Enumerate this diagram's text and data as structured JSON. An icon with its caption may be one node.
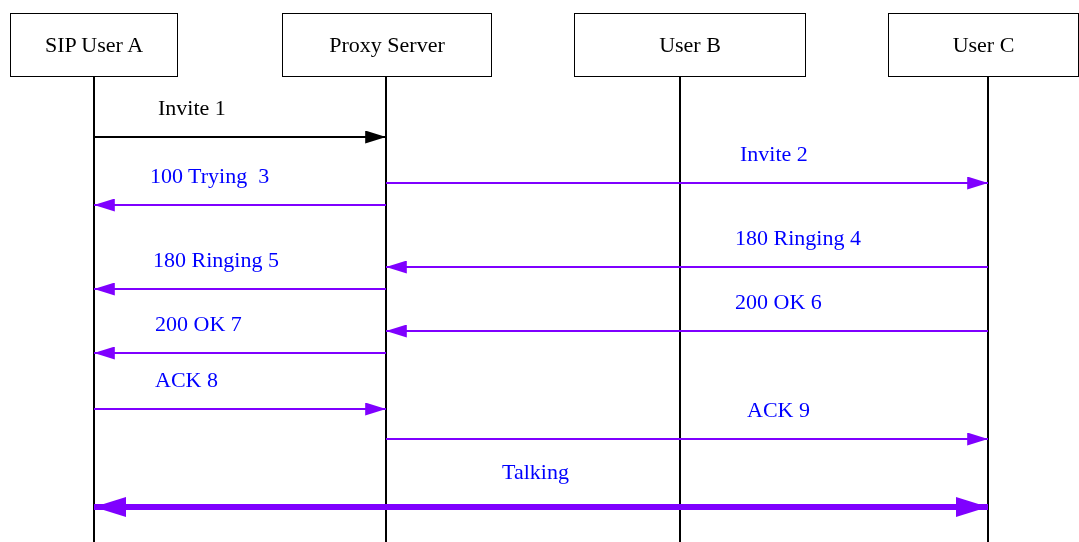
{
  "diagram": {
    "nodes": [
      {
        "text": [
          "SIP User A"
        ]
      },
      {
        "text": [
          "Proxy Server"
        ]
      },
      {
        "text": [
          "User B"
        ]
      },
      {
        "text": [
          "User C"
        ]
      }
    ],
    "edges": [
      {
        "from": 0,
        "to": 1,
        "arrow": "to",
        "label": "Invite 1",
        "color": "#000000"
      },
      {
        "from": 1,
        "to": 3,
        "arrow": "to",
        "label": "Invite 2"
      },
      {
        "from": 1,
        "to": 0,
        "arrow": "to",
        "label": "100 Trying  3"
      },
      {
        "from": 3,
        "to": 1,
        "arrow": "to",
        "label": "180 Ringing 4"
      },
      {
        "from": 1,
        "to": 0,
        "arrow": "to",
        "label": "180 Ringing 5"
      },
      {
        "from": 3,
        "to": 1,
        "arrow": "to",
        "label": "200 OK 6"
      },
      {
        "from": 1,
        "to": 0,
        "arrow": "to",
        "label": "200 OK 7"
      },
      {
        "from": 0,
        "to": 1,
        "arrow": "to",
        "label": "ACK 8"
      },
      {
        "from": 1,
        "to": 3,
        "arrow": "to",
        "label": "ACK 9"
      },
      {
        "from": 0,
        "to": 3,
        "arrow": "both",
        "label": "Talking",
        "style": "thick"
      }
    ]
  }
}
